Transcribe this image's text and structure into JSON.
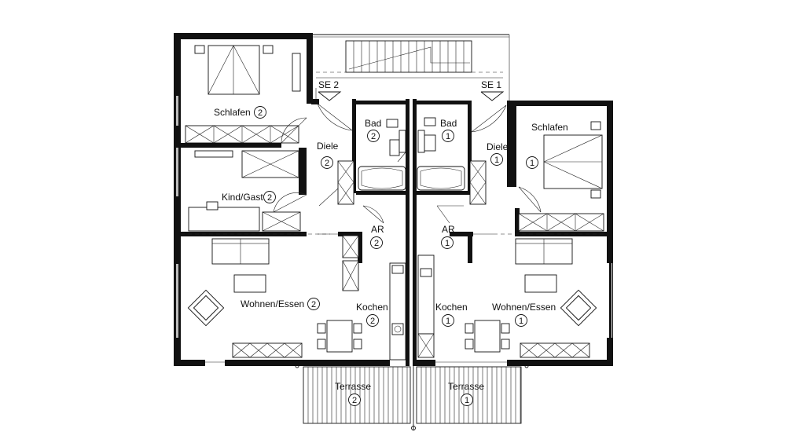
{
  "rooms": {
    "schlafen2": {
      "label": "Schlafen",
      "num": "2"
    },
    "kind2": {
      "label": "Kind/Gast",
      "num": "2"
    },
    "wohnen2": {
      "label": "Wohnen/Essen",
      "num": "2"
    },
    "diele2": {
      "label": "Diele",
      "num": "2"
    },
    "bad2": {
      "label": "Bad",
      "num": "2"
    },
    "ar2": {
      "label": "AR",
      "num": "2"
    },
    "kochen2": {
      "label": "Kochen",
      "num": "2"
    },
    "terrasse2": {
      "label": "Terrasse",
      "num": "2"
    },
    "schlafen1": {
      "label": "Schlafen",
      "num": "1"
    },
    "wohnen1": {
      "label": "Wohnen/Essen",
      "num": "1"
    },
    "diele1": {
      "label": "Diele",
      "num": "1"
    },
    "bad1": {
      "label": "Bad",
      "num": "1"
    },
    "ar1": {
      "label": "AR",
      "num": "1"
    },
    "kochen1": {
      "label": "Kochen",
      "num": "1"
    },
    "terrasse1": {
      "label": "Terrasse",
      "num": "1"
    }
  },
  "entrances": {
    "se2": "SE 2",
    "se1": "SE 1"
  }
}
